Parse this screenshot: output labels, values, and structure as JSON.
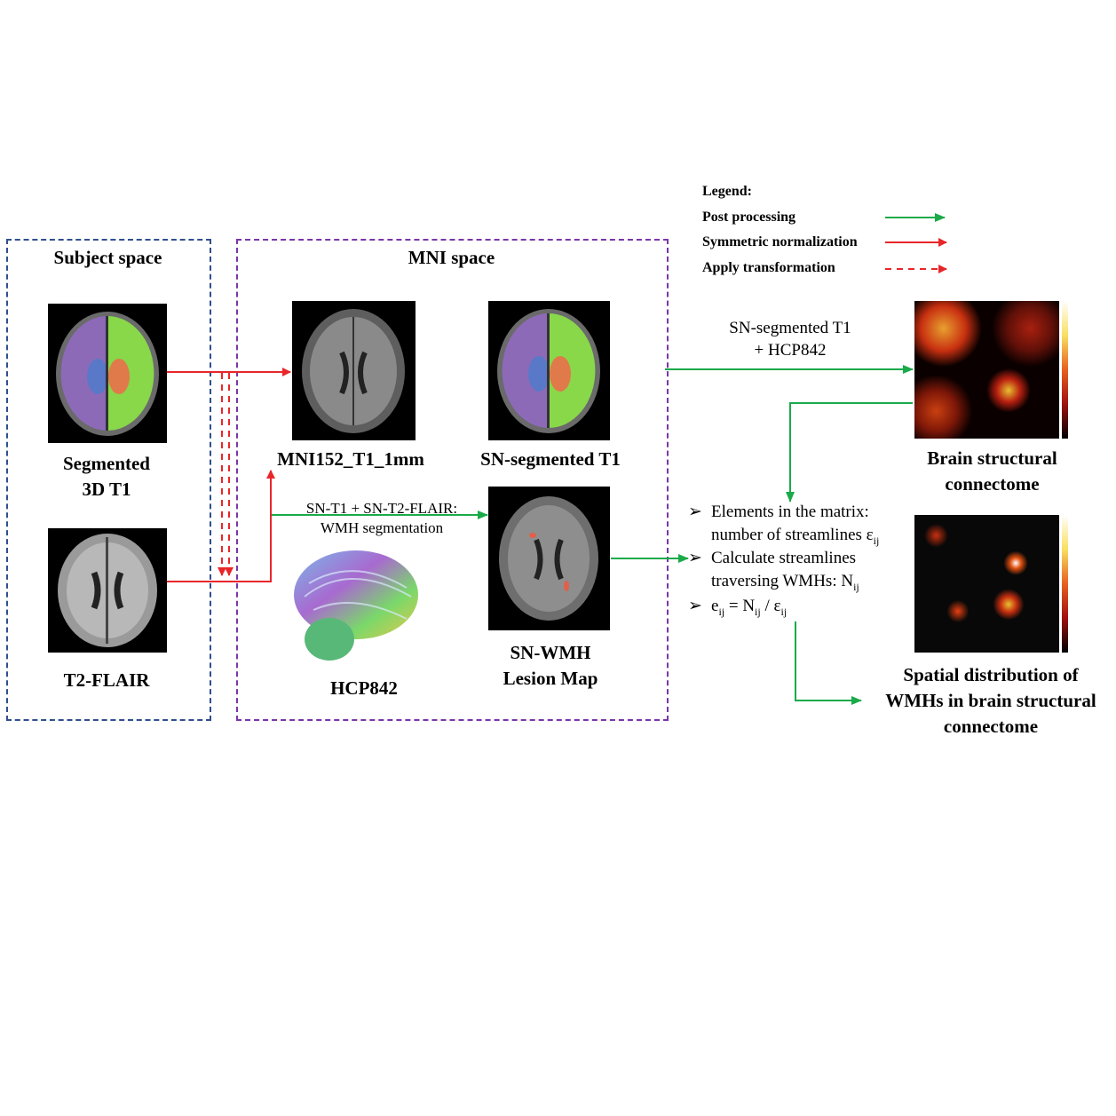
{
  "legend": {
    "title": "Legend:",
    "items": [
      {
        "label": "Post processing",
        "color": "#1aaa4a",
        "style": "solid"
      },
      {
        "label": "Symmetric normalization",
        "color": "#e8262a",
        "style": "solid"
      },
      {
        "label": "Apply transformation",
        "color": "#e8262a",
        "style": "dashed"
      }
    ]
  },
  "colors": {
    "subject_box": "#2f4f8f",
    "mni_box": "#7a36a8",
    "green": "#1aaa4a",
    "red": "#e8262a"
  },
  "subject_space": {
    "title": "Subject space",
    "segmented_t1": {
      "line1": "Segmented",
      "line2": "3D T1"
    },
    "t2_flair": "T2-FLAIR"
  },
  "mni_space": {
    "title": "MNI space",
    "mni152": "MNI152_T1_1mm",
    "sn_segmented": "SN-segmented T1",
    "hcp842": "HCP842",
    "sn_wmh": {
      "line1": "SN-WMH",
      "line2": "Lesion Map"
    },
    "wmh_note": {
      "line1": "SN-T1 + SN-T2-FLAIR:",
      "line2": "WMH segmentation"
    }
  },
  "connectome_note": {
    "line1": "SN-segmented T1",
    "line2": "+ HCP842"
  },
  "brain_connectome": {
    "line1": "Brain structural",
    "line2": "connectome"
  },
  "bullets": {
    "b1_line1": "Elements in the matrix:",
    "b1_line2": "number of streamlines ε",
    "b1_sub": "ij",
    "b2_line1": "Calculate streamlines",
    "b2_line2": "traversing WMHs: N",
    "b2_sub": "ij",
    "b3_e": "e",
    "b3_sub1": "ij",
    "b3_eq": " = N",
    "b3_sub2": "ij",
    "b3_div": " / ε",
    "b3_sub3": "ij"
  },
  "spatial": {
    "line1": "Spatial distribution of",
    "line2": "WMHs in brain structural",
    "line3": "connectome"
  }
}
